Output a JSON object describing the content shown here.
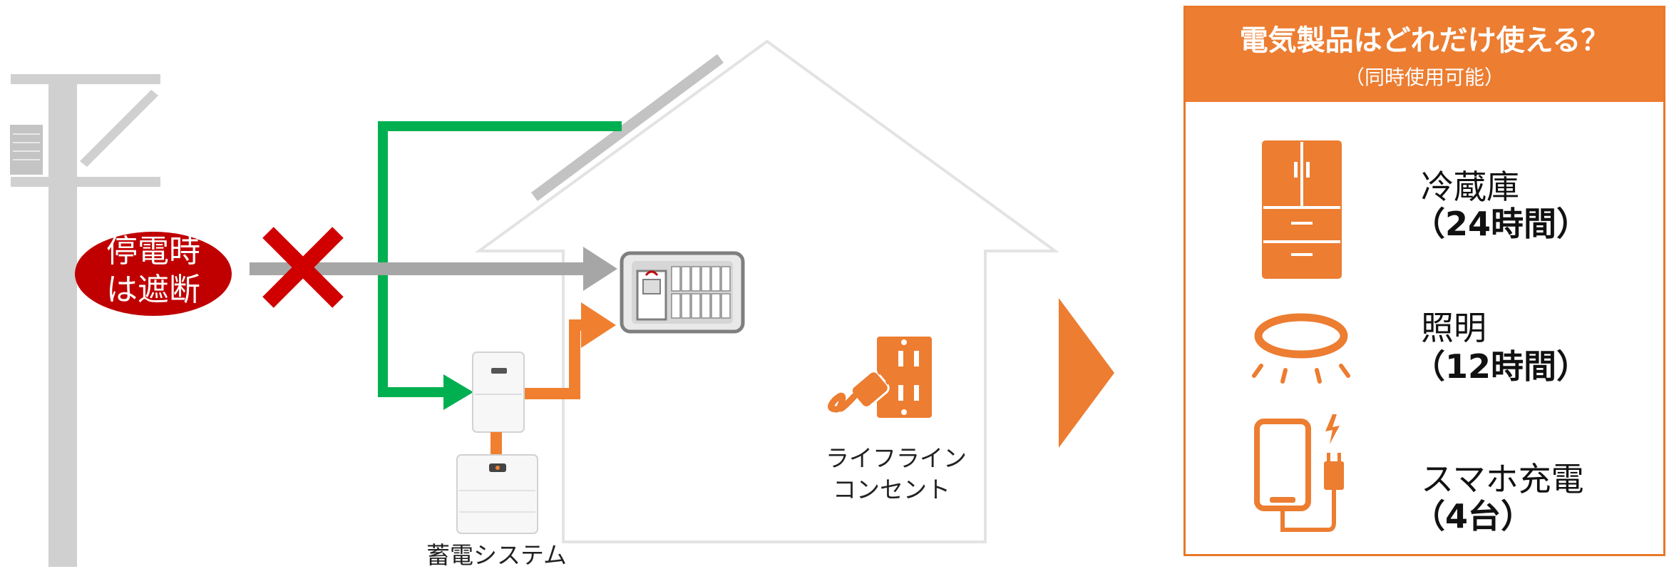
{
  "outage_badge": {
    "line1": "停電時",
    "line2": "は遮断"
  },
  "labels": {
    "storage_system": "蓄電システム",
    "lifeline_line1": "ライフライン",
    "lifeline_line2": "コンセント"
  },
  "panel": {
    "title": "電気製品はどれだけ使える？",
    "subtitle": "（同時使用可能）",
    "appliances": [
      {
        "icon": "refrigerator-icon",
        "name": "冷蔵庫",
        "time": "（24時間）"
      },
      {
        "icon": "ceiling-light-icon",
        "name": "照明",
        "time": "（12時間）"
      },
      {
        "icon": "smartphone-charging-icon",
        "name": "スマホ充電",
        "time": "（4台）"
      }
    ]
  },
  "colors": {
    "accent_orange": "#ec7d31",
    "outage_red": "#c00000",
    "solar_green": "#00b050",
    "grid_gray": "#a6a6a6"
  }
}
